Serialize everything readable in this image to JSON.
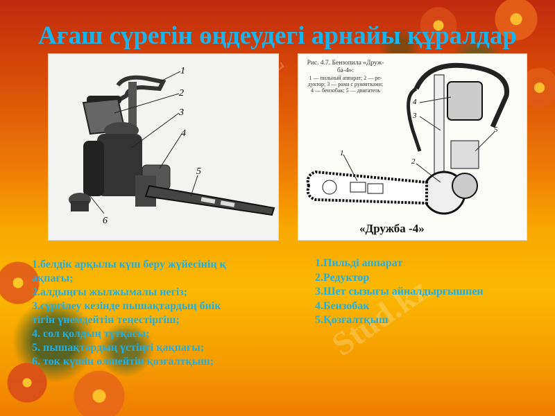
{
  "slide": {
    "title": "Ағаш сүрегін өңдеудегі арнайы құралдар",
    "watermark": "Stud.kz",
    "colors": {
      "title": "#1ab4ec",
      "list_text": "#1ab0ec",
      "bg_top": "#c02a0c",
      "bg_bottom": "#fbb800"
    }
  },
  "left_image": {
    "labels": [
      "1",
      "2",
      "3",
      "4",
      "5",
      "6"
    ]
  },
  "right_image": {
    "caption_line1": "Рис. 4.7. Бензопила «Друж-",
    "caption_line2": "ба-4»:",
    "caption_legend1": "1 — пильный аппарат; 2 — ре-",
    "caption_legend2": "дуктор; 3 — рама с рукоятками;",
    "caption_legend3": "4 — бензобак; 5 — двигатель",
    "labels": [
      "1",
      "2",
      "3",
      "4",
      "5"
    ],
    "name": "«Дружба -4»"
  },
  "left_list": [
    "1.белдік арқылы   күш беру жүйесінің қ",
    "ақпағы;",
    " 2.алдыңғы жылжымалы  негіз;",
    " 3.сүргілеу кезінде   пышақтардың биік",
    "тігін үнемдейтін  теңестіргіш;",
    "  4. сол қолдың  тұтқасы;",
    "  5. пышақтардың  үстіңгі қақпағы;",
    "  6. ток күшін  өлшейтін қозғалтқыш;"
  ],
  "right_list": [
    "1.Пильді аппарат",
    "2.Редуктор",
    "3.Шет сызығы айналдырғышпен",
    "4.Бензобак",
    "5.Қозғалтқыш"
  ]
}
